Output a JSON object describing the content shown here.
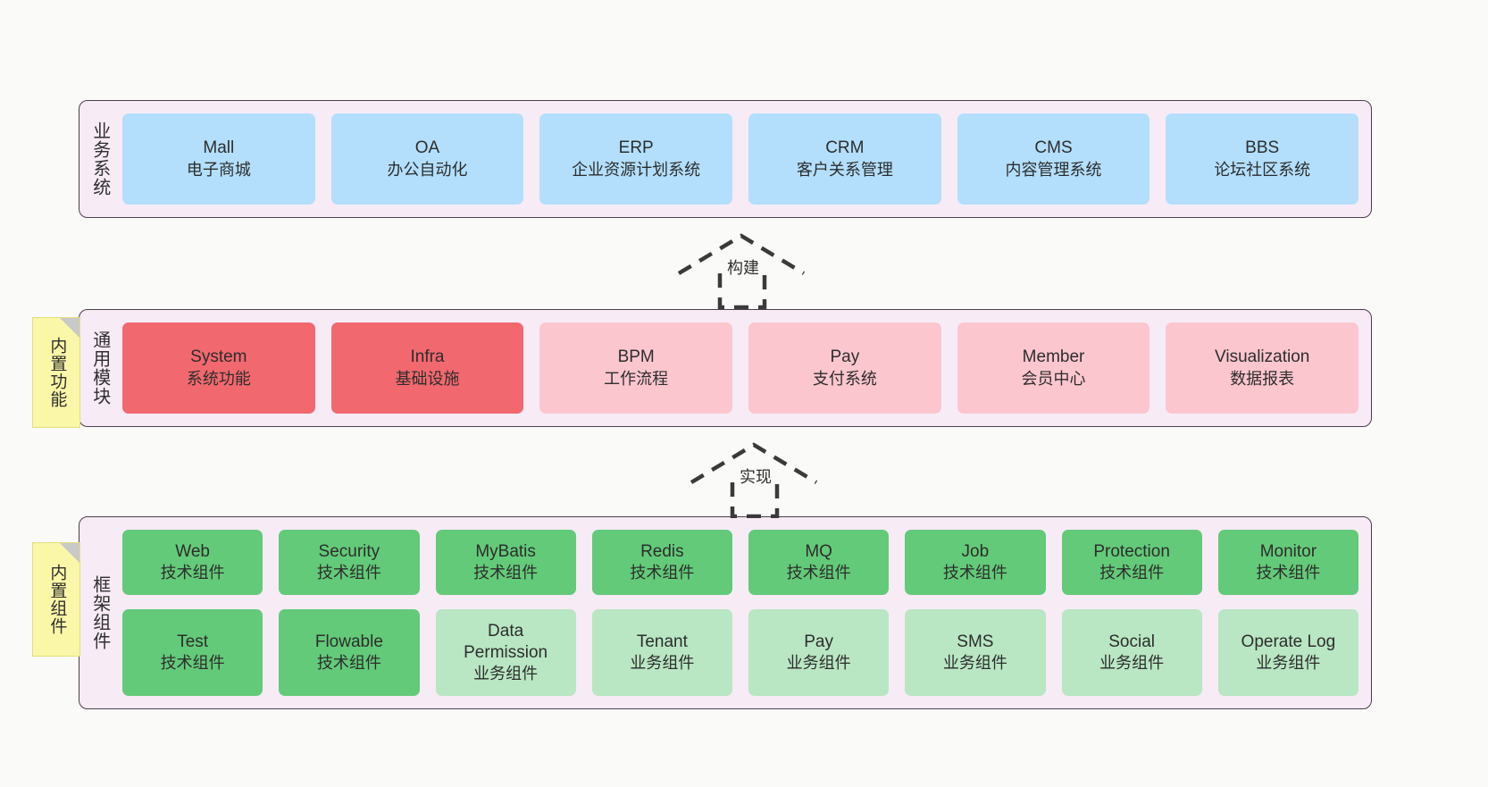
{
  "diagram": {
    "layers": [
      {
        "id": "business-system",
        "title": "业务系统",
        "rows": [
          [
            {
              "en": "Mall",
              "cn": "电子商城",
              "color": "#b3dffc"
            },
            {
              "en": "OA",
              "cn": "办公自动化",
              "color": "#b3dffc"
            },
            {
              "en": "ERP",
              "cn": "企业资源计划系统",
              "color": "#b3dffc"
            },
            {
              "en": "CRM",
              "cn": "客户关系管理",
              "color": "#b3dffc"
            },
            {
              "en": "CMS",
              "cn": "内容管理系统",
              "color": "#b3dffc"
            },
            {
              "en": "BBS",
              "cn": "论坛社区系统",
              "color": "#b3dffc"
            }
          ]
        ]
      },
      {
        "id": "common-module",
        "title": "通用模块",
        "sticky": "内置功能",
        "rows": [
          [
            {
              "en": "System",
              "cn": "系统功能",
              "color": "#f2686f"
            },
            {
              "en": "Infra",
              "cn": "基础设施",
              "color": "#f2686f"
            },
            {
              "en": "BPM",
              "cn": "工作流程",
              "color": "#fcc6cf"
            },
            {
              "en": "Pay",
              "cn": "支付系统",
              "color": "#fcc6cf"
            },
            {
              "en": "Member",
              "cn": "会员中心",
              "color": "#fcc6cf"
            },
            {
              "en": "Visualization",
              "cn": "数据报表",
              "color": "#fcc6cf"
            }
          ]
        ]
      },
      {
        "id": "framework-component",
        "title": "框架组件",
        "sticky": "内置组件",
        "rows": [
          [
            {
              "en": "Web",
              "cn": "技术组件",
              "color": "#63ca79"
            },
            {
              "en": "Security",
              "cn": "技术组件",
              "color": "#63ca79"
            },
            {
              "en": "MyBatis",
              "cn": "技术组件",
              "color": "#63ca79"
            },
            {
              "en": "Redis",
              "cn": "技术组件",
              "color": "#63ca79"
            },
            {
              "en": "MQ",
              "cn": "技术组件",
              "color": "#63ca79"
            },
            {
              "en": "Job",
              "cn": "技术组件",
              "color": "#63ca79"
            },
            {
              "en": "Protection",
              "cn": "技术组件",
              "color": "#63ca79"
            },
            {
              "en": "Monitor",
              "cn": "技术组件",
              "color": "#63ca79"
            }
          ],
          [
            {
              "en": "Test",
              "cn": "技术组件",
              "color": "#63ca79"
            },
            {
              "en": "Flowable",
              "cn": "技术组件",
              "color": "#63ca79"
            },
            {
              "en": "Data Permission",
              "cn": "业务组件",
              "color": "#b9e6c3"
            },
            {
              "en": "Tenant",
              "cn": "业务组件",
              "color": "#b9e6c3"
            },
            {
              "en": "Pay",
              "cn": "业务组件",
              "color": "#b9e6c3"
            },
            {
              "en": "SMS",
              "cn": "业务组件",
              "color": "#b9e6c3"
            },
            {
              "en": "Social",
              "cn": "业务组件",
              "color": "#b9e6c3"
            },
            {
              "en": "Operate Log",
              "cn": "业务组件",
              "color": "#b9e6c3"
            }
          ]
        ]
      }
    ],
    "connectors": [
      {
        "id": "build",
        "label": "构建"
      },
      {
        "id": "implement",
        "label": "实现"
      }
    ],
    "colors": {
      "panel_background": "#f7ebf6",
      "panel_border": "#4a3f4a",
      "canvas_background": "#fafaf8",
      "sticky_note": "#fbf7a8",
      "connector_stroke": "#3a3a3a"
    }
  }
}
